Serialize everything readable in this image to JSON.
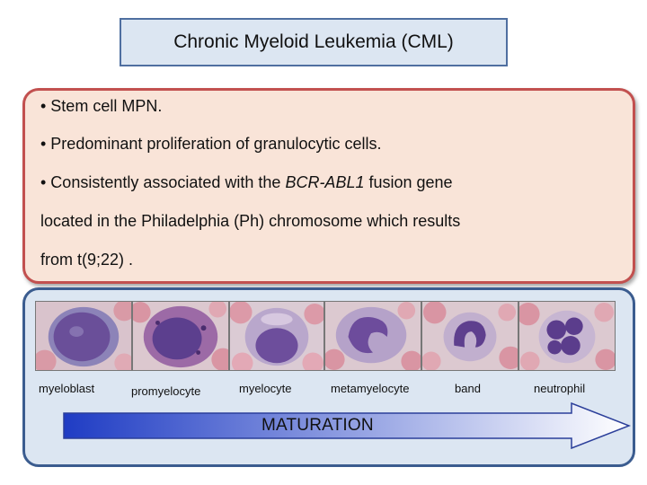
{
  "title": "Chronic Myeloid Leukemia (CML)",
  "bullets": {
    "line1": "• Stem cell MPN.",
    "line2": "• Predominant proliferation of  granulocytic cells.",
    "line3_prefix": "• Consistently associated with the ",
    "line3_gene": "BCR-ABL1",
    "line3_suffix": " fusion gene",
    "line4": "located in the Philadelphia (Ph) chromosome which results",
    "line5": "from t(9;22) ."
  },
  "cells": [
    {
      "label": "myeloblast"
    },
    {
      "label": "promyelocyte"
    },
    {
      "label": "myelocyte"
    },
    {
      "label": "metamyelocyte"
    },
    {
      "label": "band"
    },
    {
      "label": "neutrophil"
    }
  ],
  "arrow_label": "MATURATION",
  "colors": {
    "title_bg": "#dce6f2",
    "title_border": "#4f6fa0",
    "text_panel_bg": "#f9e4d8",
    "text_panel_border": "#c2504f",
    "cell_panel_bg": "#dce6f2",
    "cell_panel_border": "#3b5c8f",
    "arrow_left": "#1f3cc4",
    "arrow_right": "#ffffff"
  }
}
